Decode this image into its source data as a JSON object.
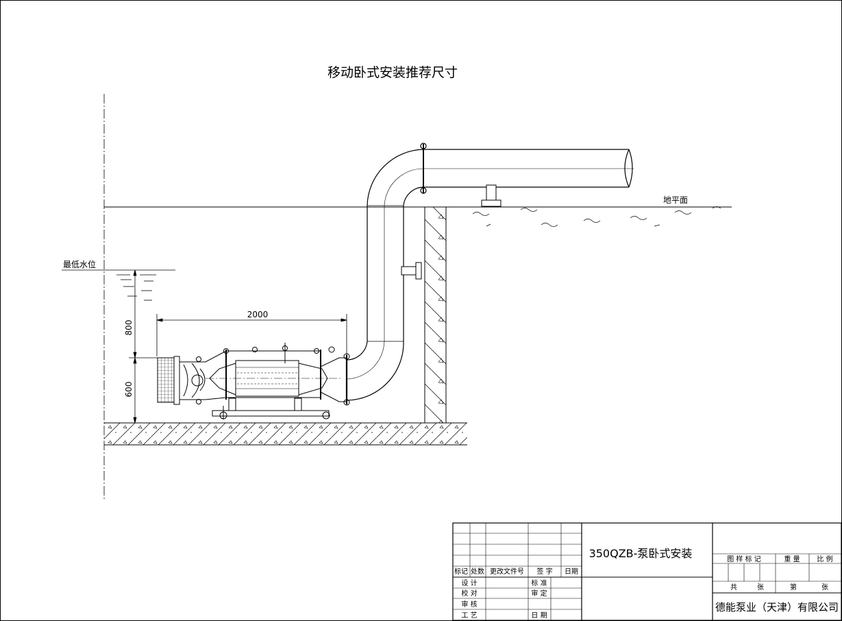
{
  "drawing": {
    "title": "移动卧式安装推荐尺寸",
    "ground_label": "地平面",
    "water_level_label": "最低水位",
    "dim_length": "2000",
    "dim_upper": "800",
    "dim_lower": "600"
  },
  "title_block": {
    "drawing_name": "350QZB-泵卧式安装",
    "company": "德能泵业（天津）有限公司",
    "rev_headers": [
      "标记",
      "处数",
      "更改文件号",
      "签 字",
      "日期"
    ],
    "sign_rows": [
      [
        "设 计",
        "标 准"
      ],
      [
        "校 对",
        "审 定"
      ],
      [
        "审 核",
        ""
      ],
      [
        "工 艺",
        "日 期"
      ]
    ],
    "meta_headers": [
      "图 样 标 记",
      "重 量",
      "比 例"
    ],
    "sheet_total": "共",
    "sheet_unit": "张",
    "sheet_no": "第",
    "sheet_unit2": "张"
  }
}
